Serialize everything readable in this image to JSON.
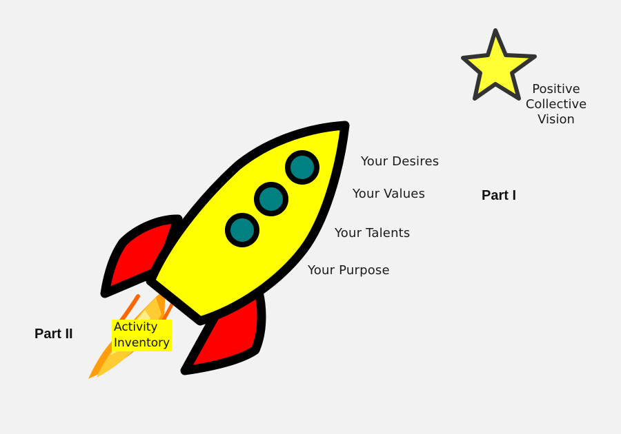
{
  "labels": {
    "star_caption": [
      "Positive",
      "Collective",
      "Vision"
    ],
    "steps": [
      "Your Desires",
      "Your Values",
      "Your Talents",
      "Your Purpose"
    ],
    "part_one": "Part I",
    "part_two": "Part II",
    "flame_caption": [
      "Activity",
      "Inventory"
    ]
  },
  "icons": [
    "star-icon",
    "rocket-icon",
    "flame-icon"
  ],
  "colors": {
    "background": "#f2f2f2",
    "rocket_body": "#ffff00",
    "rocket_fins": "#ff0000",
    "portholes": "#008080",
    "outline": "#000000",
    "star": "#ffff33",
    "flame": "#ff9900",
    "label_highlight": "#ffff00"
  }
}
